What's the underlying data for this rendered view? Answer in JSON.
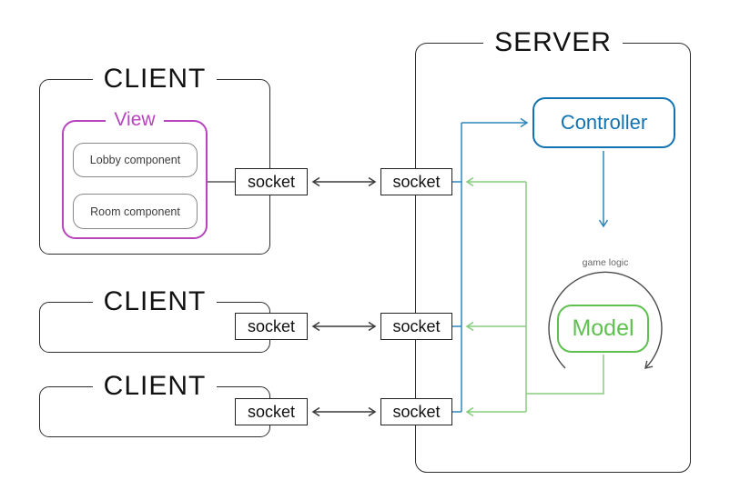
{
  "clients": [
    {
      "title": "CLIENT",
      "socket_label": "socket",
      "view": {
        "title": "View",
        "lobby_label": "Lobby component",
        "room_label": "Room component"
      }
    },
    {
      "title": "CLIENT",
      "socket_label": "socket"
    },
    {
      "title": "CLIENT",
      "socket_label": "socket"
    }
  ],
  "server": {
    "title": "SERVER",
    "sockets": [
      {
        "label": "socket"
      },
      {
        "label": "socket"
      },
      {
        "label": "socket"
      }
    ],
    "controller_label": "Controller",
    "model_label": "Model",
    "game_logic_label": "game logic"
  },
  "colors": {
    "purple": "#b544bd",
    "blue_box": "#1173b0",
    "blue_line": "#2e86ba",
    "green_box": "#5fc050",
    "green_line": "#85cd7c",
    "outline": "#2d2d2d",
    "arrow_gray": "#3a3a3a",
    "arc_gray": "#4a4a4a"
  }
}
